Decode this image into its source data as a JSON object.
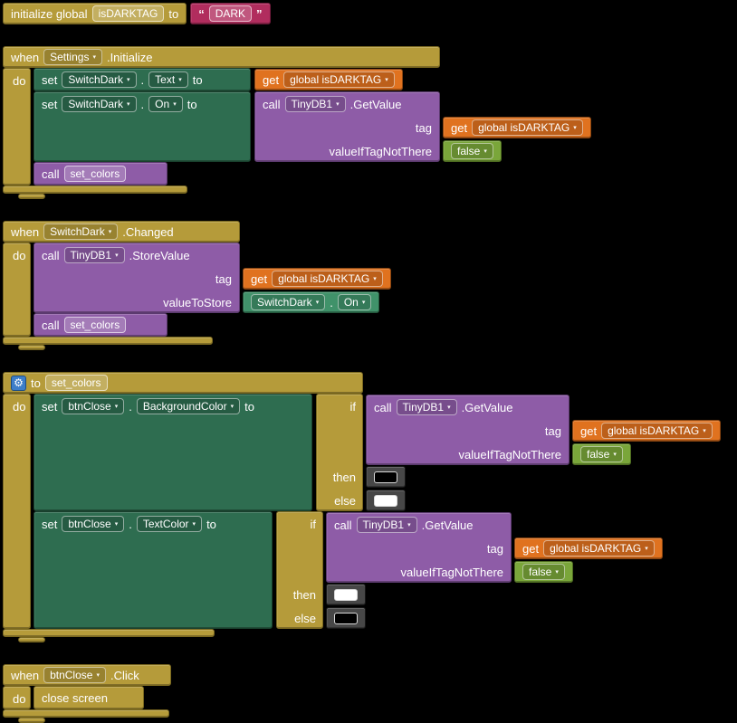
{
  "palette": {
    "canvas_background": "#000000",
    "event_and_control_gold": "#b59b3a",
    "setter_green": "#2e6d50",
    "component_getter_green": "#40926a",
    "procedure_call_purple": "#8e5ca7",
    "variable_get_orange": "#e0721f",
    "text_string_magenta": "#b12d5e",
    "logic_green": "#7aa63a",
    "color_block_gray": "#474747",
    "gear_icon_blue": "#3d7ec9"
  },
  "lex": {
    "when": "when",
    "do": "do",
    "set": "set",
    "to": "to",
    "call": "call",
    "get": "get",
    "if": "if",
    "then": "then",
    "else": "else",
    "tag": "tag",
    "value_if_tag_not_there": "valueIfTagNotThere",
    "value_to_store": "valueToStore",
    "dot": ".",
    "initialize_global": "initialize global",
    "close_screen": "close screen",
    "false_label": "false",
    "open_quote": "“",
    "close_quote": "”",
    "caret": "▾",
    "gear": "⚙"
  },
  "init_block": {
    "var_name": "isDARKTAG",
    "string_value": "DARK"
  },
  "components": {
    "settings": "Settings",
    "switch_dark": "SwitchDark",
    "tinydb1": "TinyDB1",
    "btn_close": "btnClose"
  },
  "events": {
    "initialize": ".Initialize",
    "changed": ".Changed",
    "click": ".Click"
  },
  "methods": {
    "get_value": ".GetValue",
    "store_value": ".StoreValue"
  },
  "props": {
    "text": "Text",
    "on": "On",
    "background_color": "BackgroundColor",
    "text_color": "TextColor"
  },
  "vars": {
    "global_isdarktag": "global isDARKTAG"
  },
  "proc": {
    "name": "set_colors"
  },
  "swatches": {
    "background_then": "#000000",
    "background_else": "#ffffff",
    "text_then": "#ffffff",
    "text_else": "#000000"
  }
}
